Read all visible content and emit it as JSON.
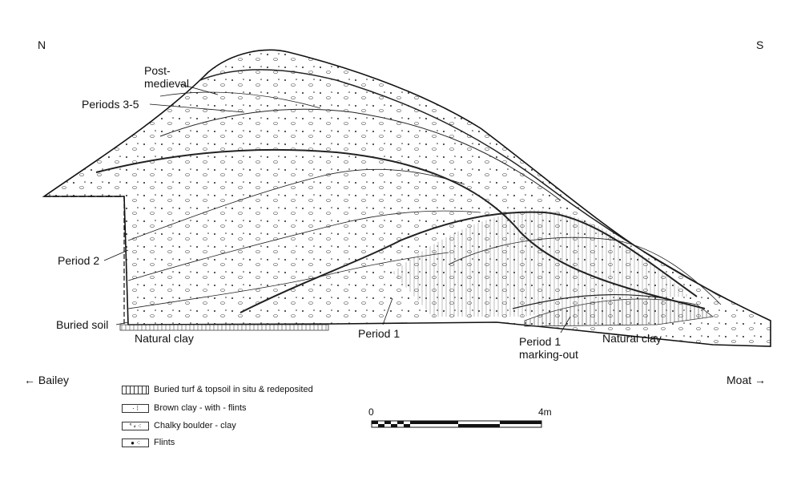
{
  "compass": {
    "north": "N",
    "south": "S"
  },
  "directions": {
    "left": "← Bailey",
    "right": "Moat →"
  },
  "labels": {
    "post_medieval": "Post-\nmedieval",
    "post_medieval_1": "Post-",
    "post_medieval_2": "medieval",
    "periods_3_5": "Periods 3-5",
    "period_2": "Period 2",
    "buried_soil": "Buried soil",
    "natural_clay_left": "Natural clay",
    "period_1": "Period 1",
    "period_1_marking_1": "Period 1",
    "period_1_marking_2": "marking-out",
    "natural_clay_right": "Natural clay"
  },
  "legend": [
    {
      "pattern": "vertical-hatch",
      "label": "Buried turf & topsoil in situ & redeposited"
    },
    {
      "pattern": "sparse-dots",
      "label": "Brown clay - with - flints"
    },
    {
      "pattern": "small-circles",
      "label": "Chalky boulder - clay"
    },
    {
      "pattern": "black-blobs",
      "label": "Flints"
    }
  ],
  "scale_bar": {
    "start": "0",
    "end": "4m"
  }
}
